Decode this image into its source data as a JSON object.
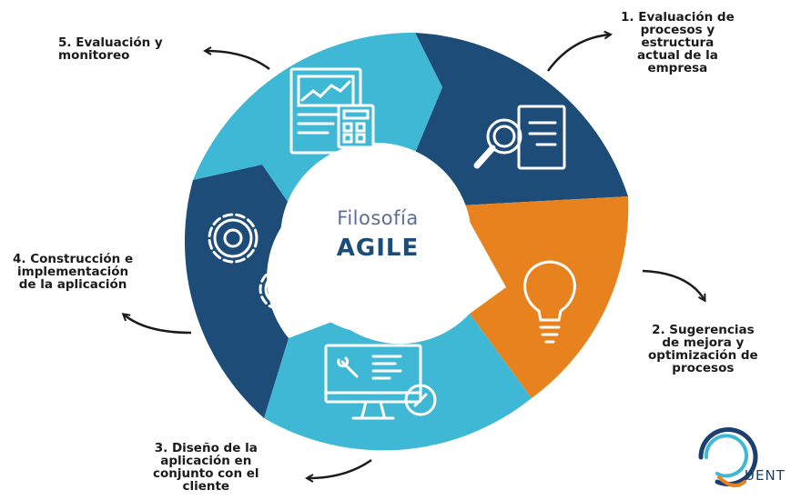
{
  "center": {
    "title": "Filosofía",
    "subtitle": "AGILE"
  },
  "steps": [
    {
      "label": "1. Evaluación de\nprocesos y\nestructura\nactual de la\nempresa",
      "color": "#1d4c78",
      "icon": "document-magnifier-icon"
    },
    {
      "label": "2. Sugerencias\nde mejora y\noptimización de\nprocesos",
      "color": "#e8821e",
      "icon": "lightbulb-icon"
    },
    {
      "label": "3. Diseño de la\naplicación en\nconjunto con el\ncliente",
      "color": "#3fb8d6",
      "icon": "monitor-wrench-icon"
    },
    {
      "label": "4. Construcción e\nimplementación\nde la aplicación",
      "color": "#1d4c78",
      "icon": "gears-icon"
    },
    {
      "label": "5. Evaluación y\nmonitoreo",
      "color": "#3fb8d6",
      "icon": "report-calculator-icon"
    }
  ],
  "logo": {
    "text": "UENT",
    "icon": "quenta-logo-icon"
  }
}
